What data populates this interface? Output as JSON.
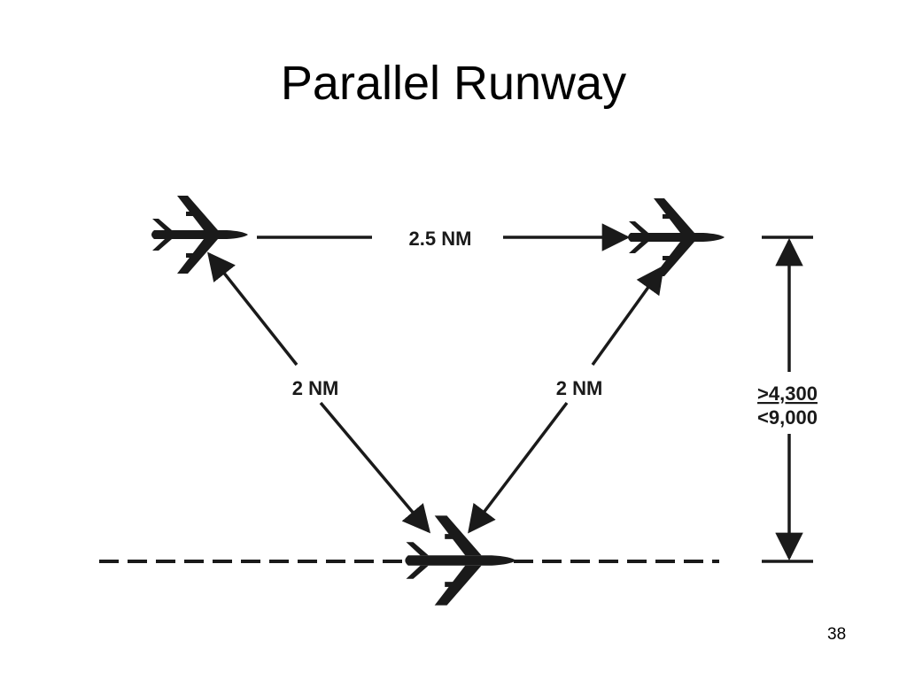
{
  "slide": {
    "title": "Parallel Runway",
    "page_number": "38"
  },
  "diagram": {
    "horizontal_distance_label": "2.5 NM",
    "left_diagonal_label": "2 NM",
    "right_diagonal_label": "2 NM",
    "separation_min_label": ">4,300",
    "separation_max_label": "<9,000"
  },
  "colors": {
    "ink": "#1a1a1a",
    "background": "#ffffff"
  },
  "icons": [
    "airplane-icon",
    "arrow-icon"
  ]
}
